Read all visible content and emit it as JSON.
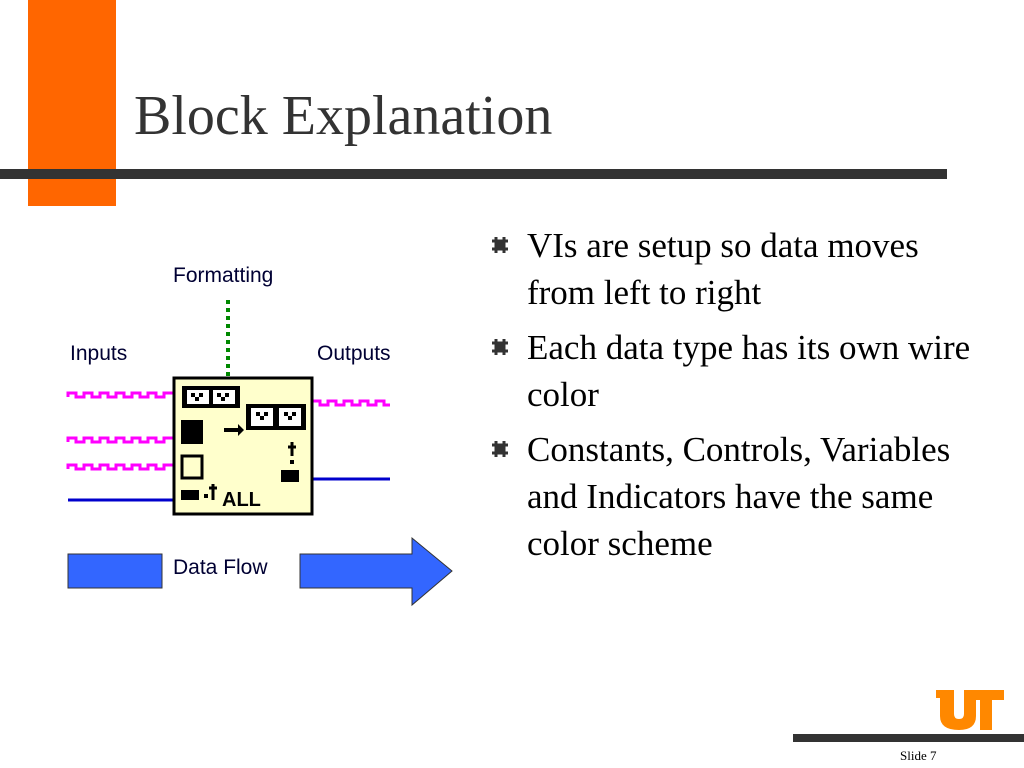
{
  "slide": {
    "title": "Block Explanation",
    "bullets": [
      "VIs are setup so data moves from left to right",
      "Each data type has its own wire color",
      "Constants, Controls, Variables and Indicators have the same color scheme"
    ],
    "slide_number": "Slide 7"
  },
  "diagram": {
    "formatting_label": "Formatting",
    "inputs_label": "Inputs",
    "outputs_label": "Outputs",
    "data_flow_label": "Data Flow",
    "icon_text": "ALL"
  },
  "colors": {
    "accent_orange": "#ff6600",
    "rule_gray": "#333333",
    "string_wire": "#ff00ff",
    "numeric_wire": "#0000cc",
    "format_wire": "#008800",
    "block_fill": "#ffffcc",
    "arrow_fill": "#3366ff"
  }
}
